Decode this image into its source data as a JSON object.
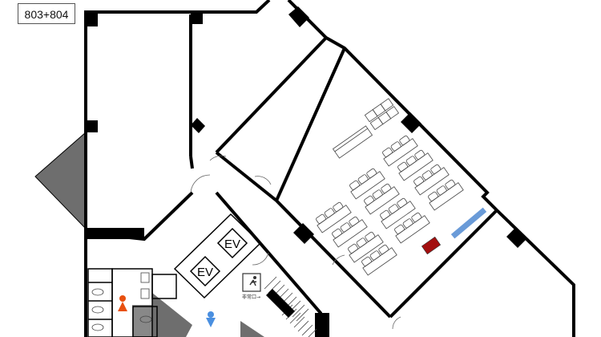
{
  "room_label": "803+804",
  "elevators": [
    {
      "label": "EV"
    },
    {
      "label": "EV"
    }
  ],
  "exit_sign": {
    "label": "非常口→",
    "icon": "emergency-exit-icon"
  },
  "markers": {
    "restroom": {
      "icon": "female-restroom-icon",
      "color": "#e8500f"
    },
    "location": {
      "icon": "down-arrow-marker-icon",
      "color": "#4a8fe0"
    }
  },
  "colors": {
    "podium": "#a30f0f",
    "whiteboard": "#6a9bd8",
    "shaded": "#6e6e6e"
  }
}
